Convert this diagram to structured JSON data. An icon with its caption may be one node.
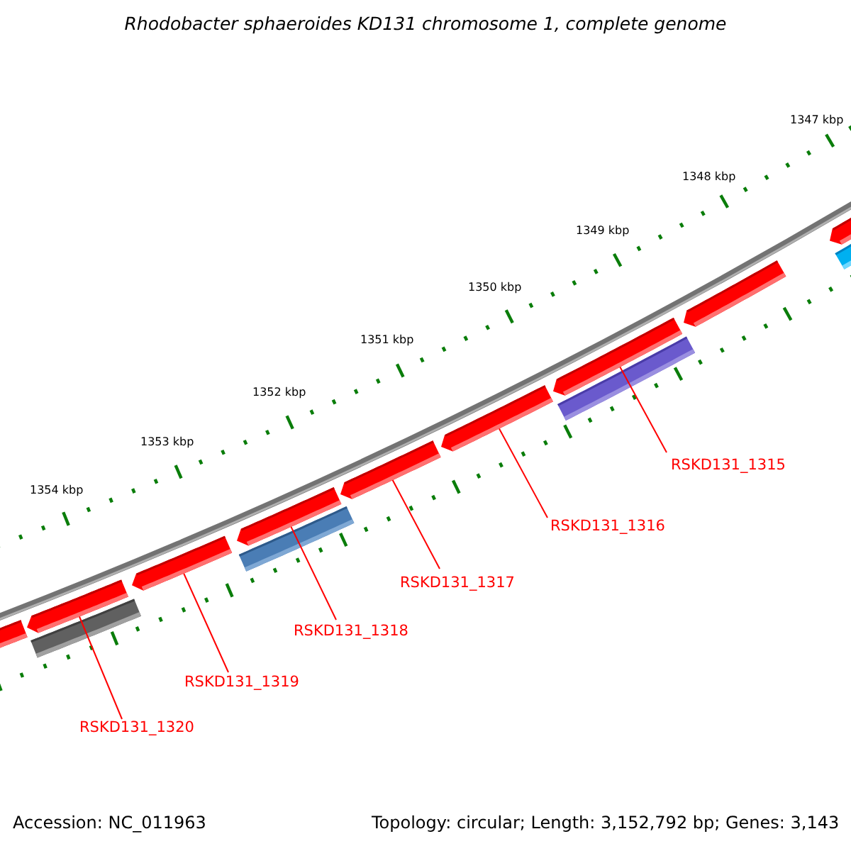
{
  "diagram": {
    "title": "Rhodobacter sphaeroides KD131 chromosome 1, complete genome",
    "nodes": [
      {
        "text": [],
        "shape": "arrow"
      },
      {
        "text": [],
        "shape": "arrow"
      },
      {
        "text": [],
        "shape": "bar"
      },
      {
        "text": [],
        "shape": "arrow"
      },
      {
        "text": [],
        "shape": "arrow"
      },
      {
        "text": [],
        "shape": "bar"
      },
      {
        "text": [],
        "shape": "arrow"
      },
      {
        "text": [],
        "shape": "arrow"
      },
      {
        "text": [],
        "shape": "arrow"
      },
      {
        "text": [],
        "shape": "bar"
      },
      {
        "text": [],
        "shape": "arrow"
      },
      {
        "text": [],
        "shape": "arrow"
      },
      {
        "text": [],
        "shape": "bar"
      },
      {
        "text": [
          "RSKD131_1315"
        ]
      },
      {
        "text": [
          "RSKD131_1316"
        ]
      },
      {
        "text": [
          "RSKD131_1317"
        ]
      },
      {
        "text": [
          "RSKD131_1318"
        ]
      },
      {
        "text": [
          "RSKD131_1319"
        ]
      },
      {
        "text": [
          "RSKD131_1320"
        ]
      }
    ],
    "edges": [
      {
        "from": 13,
        "to": 8,
        "arrow": "none"
      },
      {
        "from": 14,
        "to": 7,
        "arrow": "none"
      },
      {
        "from": 15,
        "to": 6,
        "arrow": "none"
      },
      {
        "from": 16,
        "to": 4,
        "arrow": "none"
      },
      {
        "from": 17,
        "to": 3,
        "arrow": "none"
      },
      {
        "from": 18,
        "to": 1,
        "arrow": "none"
      }
    ],
    "labels": [
      "1347 kbp",
      "1348 kbp",
      "1349 kbp",
      "1350 kbp",
      "1351 kbp",
      "1352 kbp",
      "1353 kbp",
      "1354 kbp",
      "Accession: NC_011963",
      "Topology: circular; Length: 3,152,792 bp; Genes: 3,143"
    ]
  }
}
